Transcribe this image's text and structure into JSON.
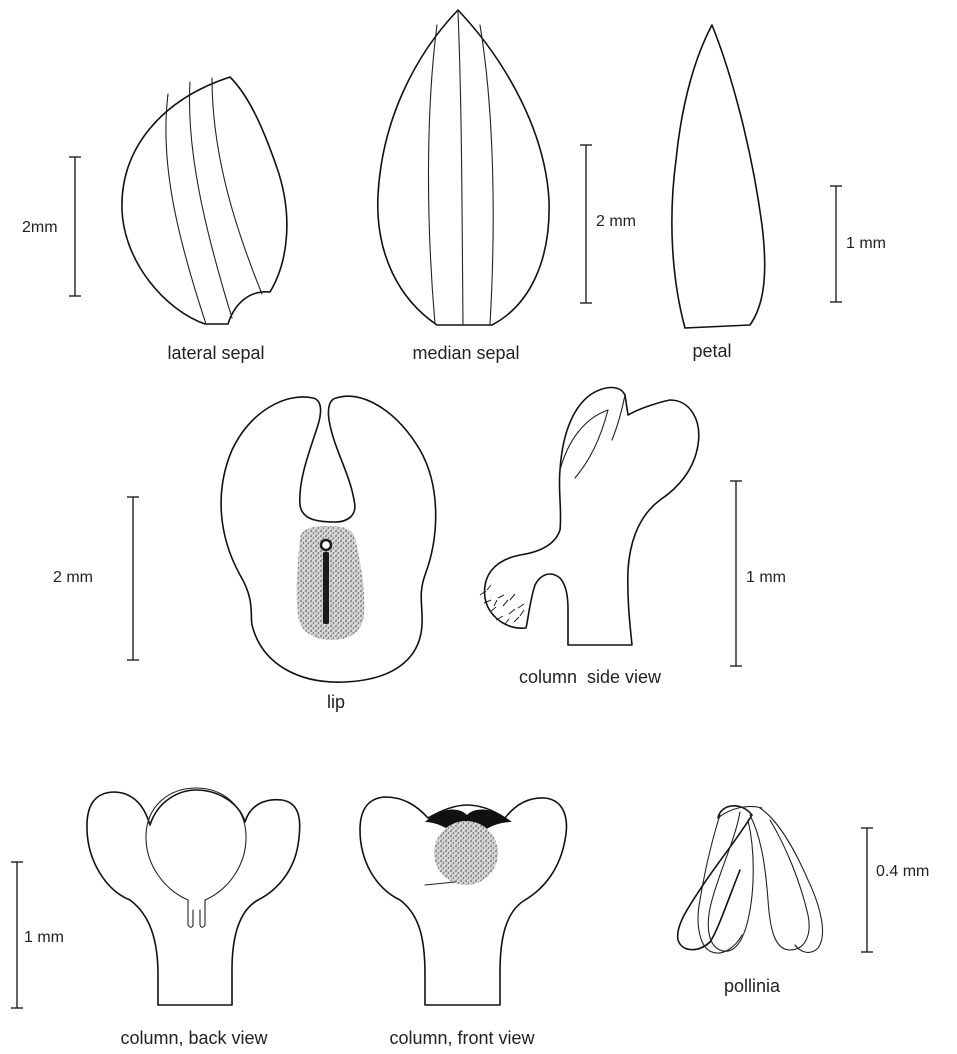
{
  "parts": {
    "lateral_sepal": {
      "label": "lateral sepal",
      "scale": "2mm"
    },
    "median_sepal": {
      "label": "median sepal",
      "scale": "2 mm"
    },
    "petal": {
      "label": "petal",
      "scale": "1 mm"
    },
    "lip": {
      "label": "lip",
      "scale": "2 mm"
    },
    "column_side": {
      "label": "column  side view",
      "scale": "1 mm"
    },
    "column_back": {
      "label": "column, back view",
      "scale": "1 mm"
    },
    "column_front": {
      "label": "column, front view"
    },
    "pollinia": {
      "label": "pollinia",
      "scale": "0.4 mm"
    }
  }
}
